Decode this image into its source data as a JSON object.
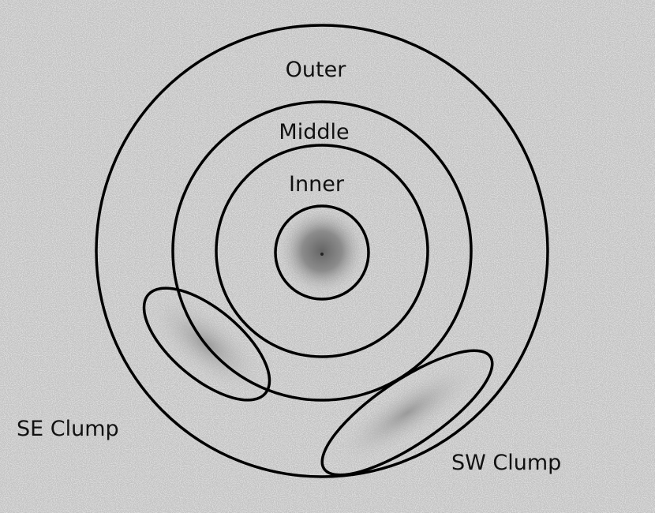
{
  "labels": {
    "outer": "Outer",
    "middle": "Middle",
    "inner": "Inner",
    "se_clump": "SE Clump",
    "sw_clump": "SW Clump"
  },
  "colors": {
    "background": "#dcdcdc",
    "noise_dark": "#8a8a8a",
    "stroke": "#000000"
  }
}
